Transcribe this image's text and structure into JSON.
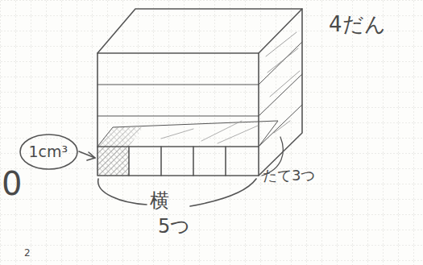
{
  "diagram": {
    "nodes": [
      {
        "text": [
          "1cm³"
        ]
      }
    ],
    "labels": [
      "4だん",
      "横",
      "5つ",
      "たて3つ",
      "0",
      "2"
    ]
  }
}
